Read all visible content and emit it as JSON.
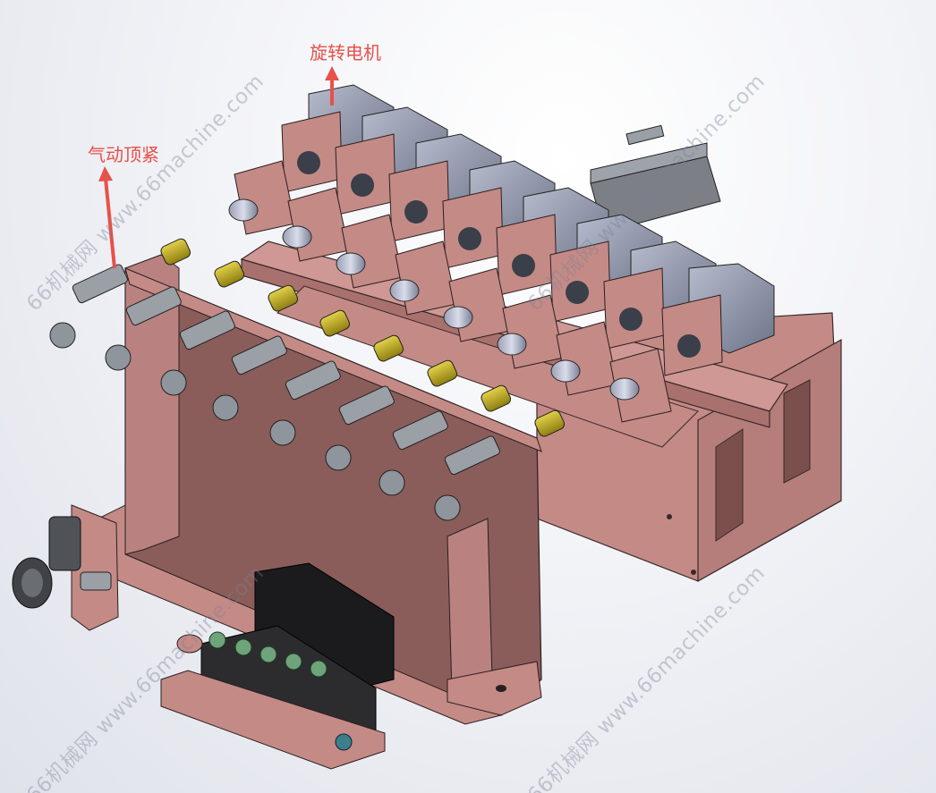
{
  "annotations": {
    "rotary_motor": "旋转电机",
    "pneumatic_clamp": "气动顶紧"
  },
  "watermark": {
    "text": "66机械网 www.66machine.com"
  },
  "colors": {
    "frame": "#c48a86",
    "frame_dark": "#8c5d5a",
    "motor": "#8d93a8",
    "fitting": "#9aa0a6",
    "clamp_tip": "#c9b52a",
    "valve": "#1b1b1d",
    "callout": "#e8504a"
  }
}
